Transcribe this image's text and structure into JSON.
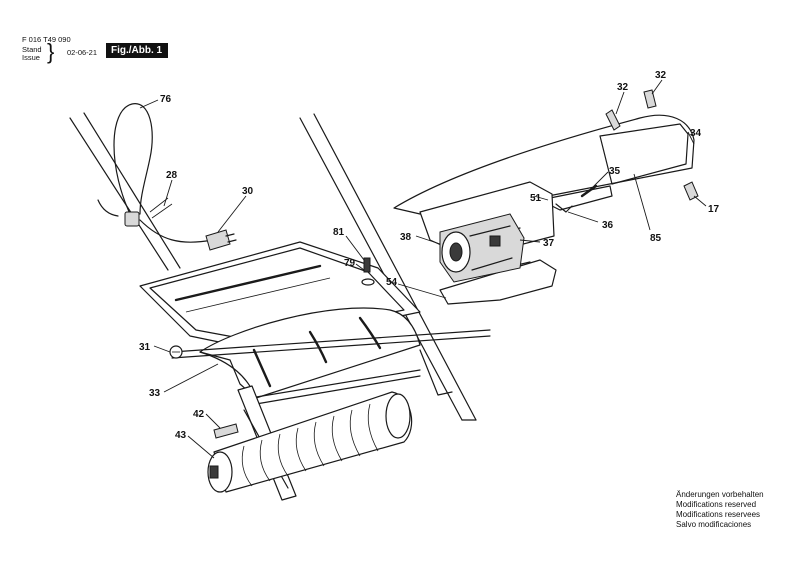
{
  "header": {
    "doc_number": "F 016 T49 090",
    "stand_label": "Stand",
    "issue_label": "Issue",
    "issue_date": "02-06-21",
    "figure_label": "Fig./Abb. 1"
  },
  "parts": [
    {
      "id": "p76",
      "number": "76"
    },
    {
      "id": "p28",
      "number": "28"
    },
    {
      "id": "p30",
      "number": "30"
    },
    {
      "id": "p32a",
      "number": "32"
    },
    {
      "id": "p32b",
      "number": "32"
    },
    {
      "id": "p34",
      "number": "34"
    },
    {
      "id": "p35",
      "number": "35"
    },
    {
      "id": "p51",
      "number": "51"
    },
    {
      "id": "p17",
      "number": "17"
    },
    {
      "id": "p36",
      "number": "36"
    },
    {
      "id": "p85",
      "number": "85"
    },
    {
      "id": "p38",
      "number": "38"
    },
    {
      "id": "p37",
      "number": "37"
    },
    {
      "id": "p81",
      "number": "81"
    },
    {
      "id": "p79",
      "number": "79"
    },
    {
      "id": "p54",
      "number": "54"
    },
    {
      "id": "p31",
      "number": "31"
    },
    {
      "id": "p33",
      "number": "33"
    },
    {
      "id": "p42",
      "number": "42"
    },
    {
      "id": "p43",
      "number": "43"
    }
  ],
  "notes": [
    "Änderungen vorbehalten",
    "Modifications reserved",
    "Modifications reservees",
    "Salvo modificaciones"
  ]
}
